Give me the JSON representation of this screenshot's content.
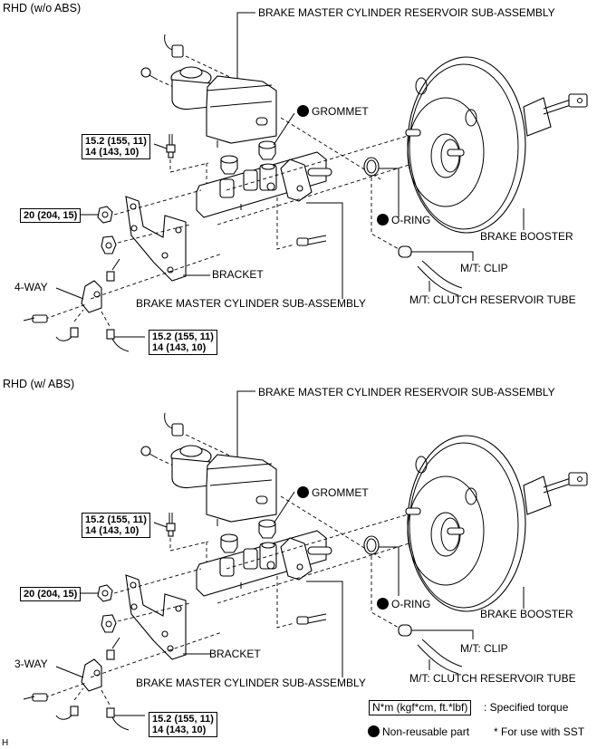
{
  "diagrams": [
    {
      "section_title": "RHD (w/o ABS)",
      "labels": {
        "reservoir": "BRAKE MASTER CYLINDER RESERVOIR SUB-ASSEMBLY",
        "grommet": "GROMMET",
        "o_ring": "O-RING",
        "brake_booster": "BRAKE BOOSTER",
        "clip": "M/T: CLIP",
        "clutch_tube": "M/T: CLUTCH RESERVOIR TUBE",
        "bracket": "BRACKET",
        "master_cylinder": "BRAKE MASTER CYLINDER SUB-ASSEMBLY",
        "union": "4-WAY"
      },
      "torques": {
        "reservoir_line": [
          "15.2 (155, 11)",
          "14 (143, 10)"
        ],
        "nut": [
          "20 (204, 15)"
        ],
        "union_line": [
          "15.2 (155, 11)",
          "14 (143, 10)"
        ]
      }
    },
    {
      "section_title": "RHD (w/ ABS)",
      "labels": {
        "reservoir": "BRAKE MASTER CYLINDER RESERVOIR SUB-ASSEMBLY",
        "grommet": "GROMMET",
        "o_ring": "O-RING",
        "brake_booster": "BRAKE BOOSTER",
        "clip": "M/T: CLIP",
        "clutch_tube": "M/T: CLUTCH RESERVOIR TUBE",
        "bracket": "BRACKET",
        "master_cylinder": "BRAKE MASTER CYLINDER SUB-ASSEMBLY",
        "union": "3-WAY"
      },
      "torques": {
        "reservoir_line": [
          "15.2 (155, 11)",
          "14 (143, 10)"
        ],
        "nut": [
          "20 (204, 15)"
        ],
        "union_line": [
          "15.2 (155, 11)",
          "14 (143, 10)"
        ]
      }
    }
  ],
  "legend": {
    "torque_unit": "N*m (kgf*cm, ft.*lbf)",
    "torque_desc": ": Specified torque",
    "non_reusable": "Non-reusable part",
    "sst_note": "* For use with SST"
  },
  "corner_mark": "H"
}
